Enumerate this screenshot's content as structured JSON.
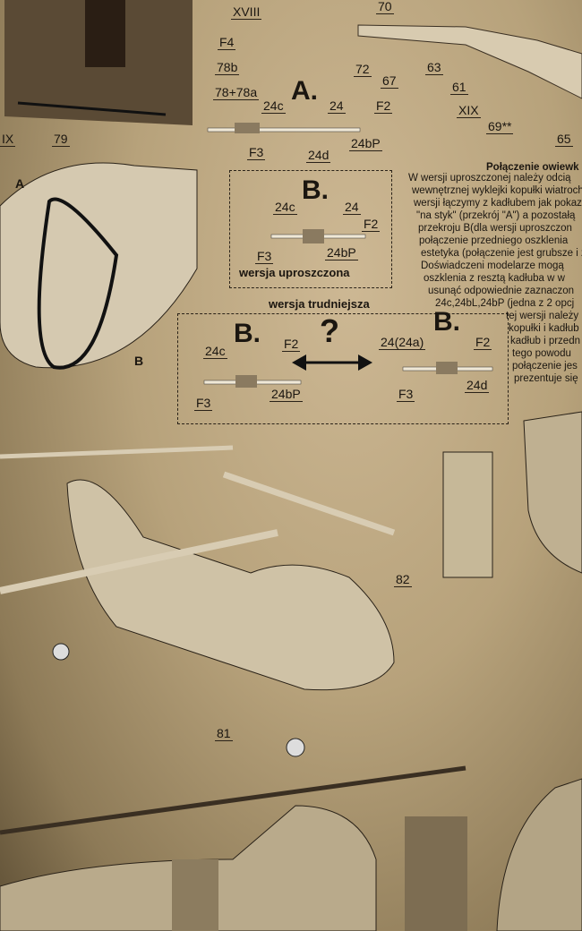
{
  "top_labels": {
    "xviii": "XVIII",
    "n70": "70",
    "f4": "F4",
    "n78b": "78b",
    "n78_78a": "78+78a",
    "ix": "IX",
    "n79": "79",
    "n72": "72",
    "n67": "67",
    "n63": "63",
    "n61": "61",
    "xix": "XIX",
    "n69": "69**",
    "n65": "65"
  },
  "section_a": {
    "title": "A.",
    "l24c": "24c",
    "l24": "24",
    "f2": "F2",
    "f3": "F3",
    "l24d": "24d",
    "l24bP": "24bP"
  },
  "section_b_simple": {
    "title": "B.",
    "l24c": "24c",
    "l24": "24",
    "f2": "F2",
    "f3": "F3",
    "l24bP": "24bP",
    "caption": "wersja uproszczona"
  },
  "canopy_labels": {
    "a": "A",
    "b": "B"
  },
  "section_b_hard": {
    "heading": "wersja trudniejsza",
    "question": "?",
    "left": {
      "title": "B.",
      "l24c": "24c",
      "f2": "F2",
      "f3": "F3",
      "l24bP": "24bP"
    },
    "right": {
      "title": "B.",
      "l24": "24(24a)",
      "f2": "F2",
      "f3": "F3",
      "l24d": "24d"
    }
  },
  "text_block": {
    "heading": "Połączenie owiewk",
    "lines": [
      "W wersji uproszczonej należy odcią",
      "wewnętrznej wyklejki kopułki wiatroch",
      "wersji łączymy z kadłubem jak pokaza",
      "\"na styk\" (przekrój \"A\") a pozostałą",
      "przekroju B(dla wersji uproszczon",
      "połączenie przedniego oszklenia",
      "estetyka (połączenie jest grubsze i z",
      "Doświadczeni modelarze mogą",
      "oszklenia z resztą kadłuba w w",
      "usunąć odpowiednie zaznaczon",
      "24c,24bL,24bP (jedna z 2 opcj",
      "tej wersji należy",
      "kopułki i kadłub",
      "kadłub i przedn",
      "tego powodu",
      "połączenie jes",
      "prezentuje się"
    ]
  },
  "helicopter_labels": {
    "n82": "82",
    "n81": "81"
  }
}
